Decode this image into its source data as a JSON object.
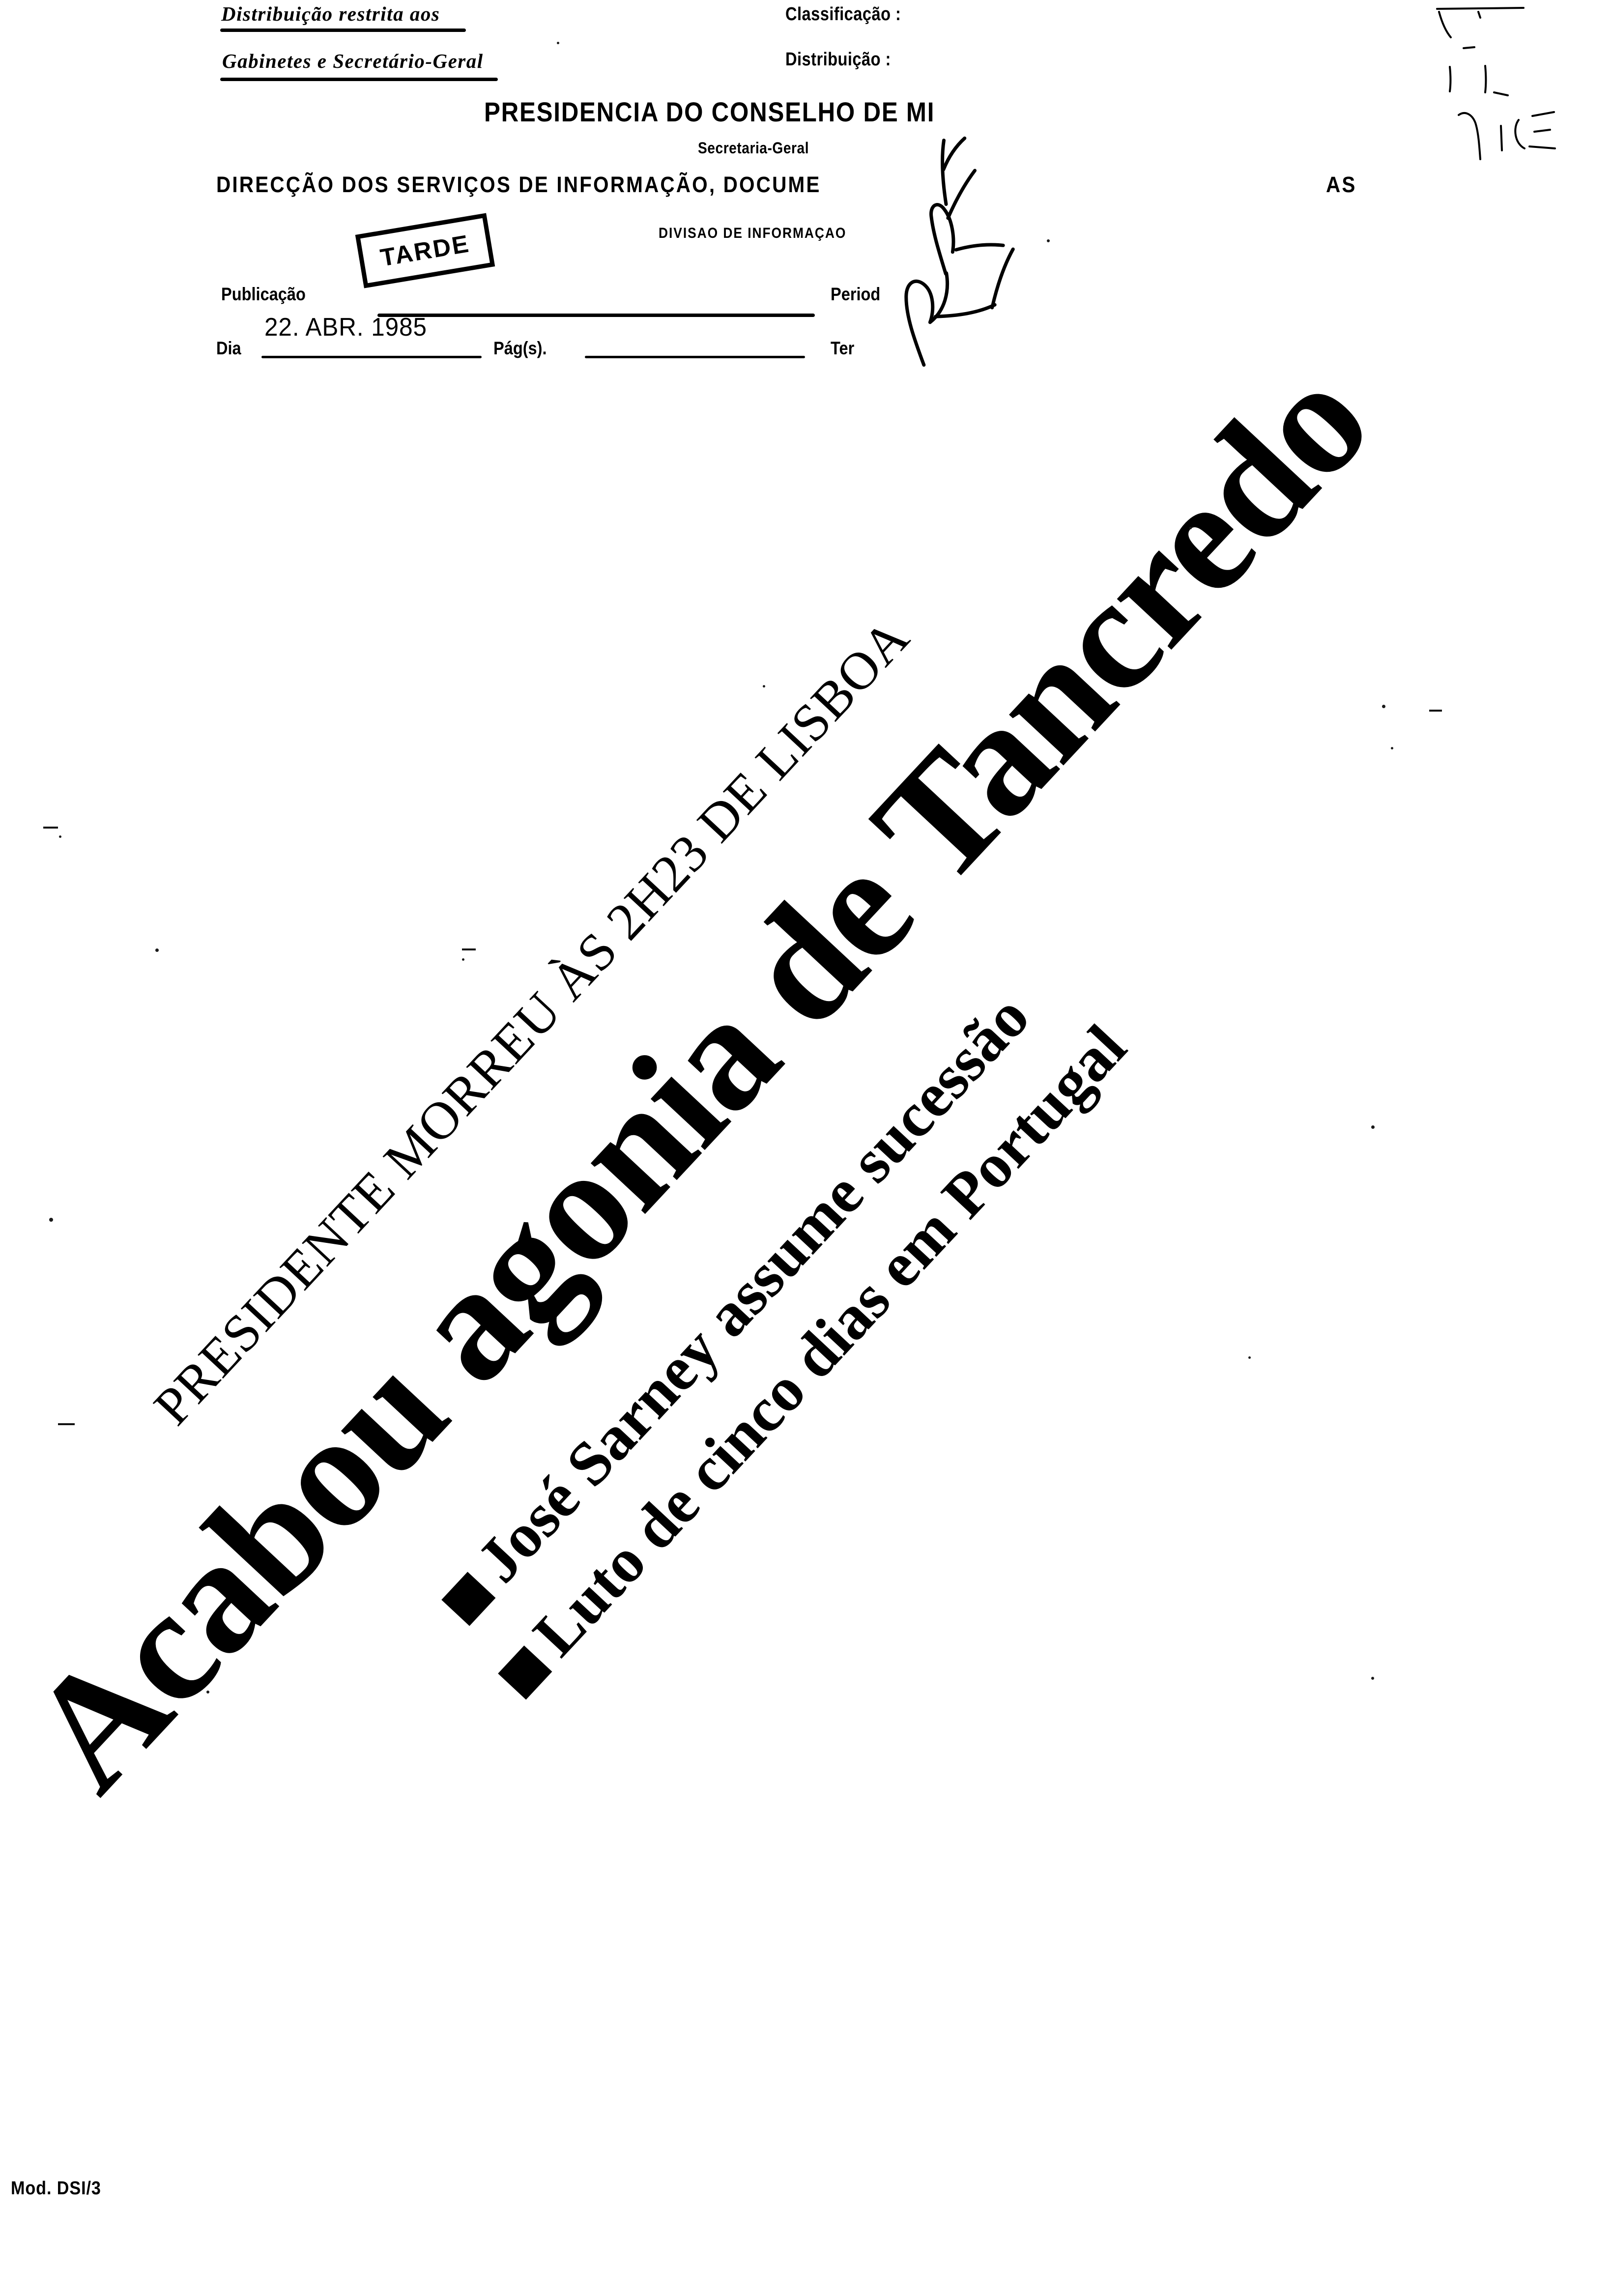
{
  "document": {
    "form_code": "Mod. DSI/3"
  },
  "header": {
    "distribution_note_line1": "Distribuição restrita aos",
    "distribution_note_line2": "Gabinetes e Secretário-Geral",
    "classificacao_label": "Classificação :",
    "distribuicao_label": "Distribuição :",
    "org_title": "PRESIDENCIA DO CONSELHO DE MI",
    "org_subtitle": "Secretaria-Geral",
    "direction_line": "DIRECÇÃO  DOS  SERVIÇOS  DE  INFORMAÇÃO,  DOCUME",
    "direction_line_tail": "AS",
    "division_line": "DIVISAO DE INFORMAÇAO"
  },
  "form": {
    "publicacao_label": "Publicação",
    "periodicidade_label": "Period",
    "dia_label": "Dia",
    "dia_value": "22. ABR. 1985",
    "paginas_label": "Pág(s).",
    "paginas_value": "",
    "terminal_label": "Ter",
    "stamp_text": "TARDE"
  },
  "clipping": {
    "kicker": "PRESIDENTE MORREU ÀS 2H23 DE LISBOA",
    "headline": "Acabou agonia de Tancredo",
    "subheadlines": [
      "José Sarney assume sucessão",
      "Luto de cinco dias em Portugal"
    ]
  },
  "annotations": {
    "handwritten_signature": "illegible handwritten signature",
    "pencil_marks_top_right": "illegible pencil marks"
  },
  "colors": {
    "ink": "#000000",
    "paper": "#ffffff"
  }
}
